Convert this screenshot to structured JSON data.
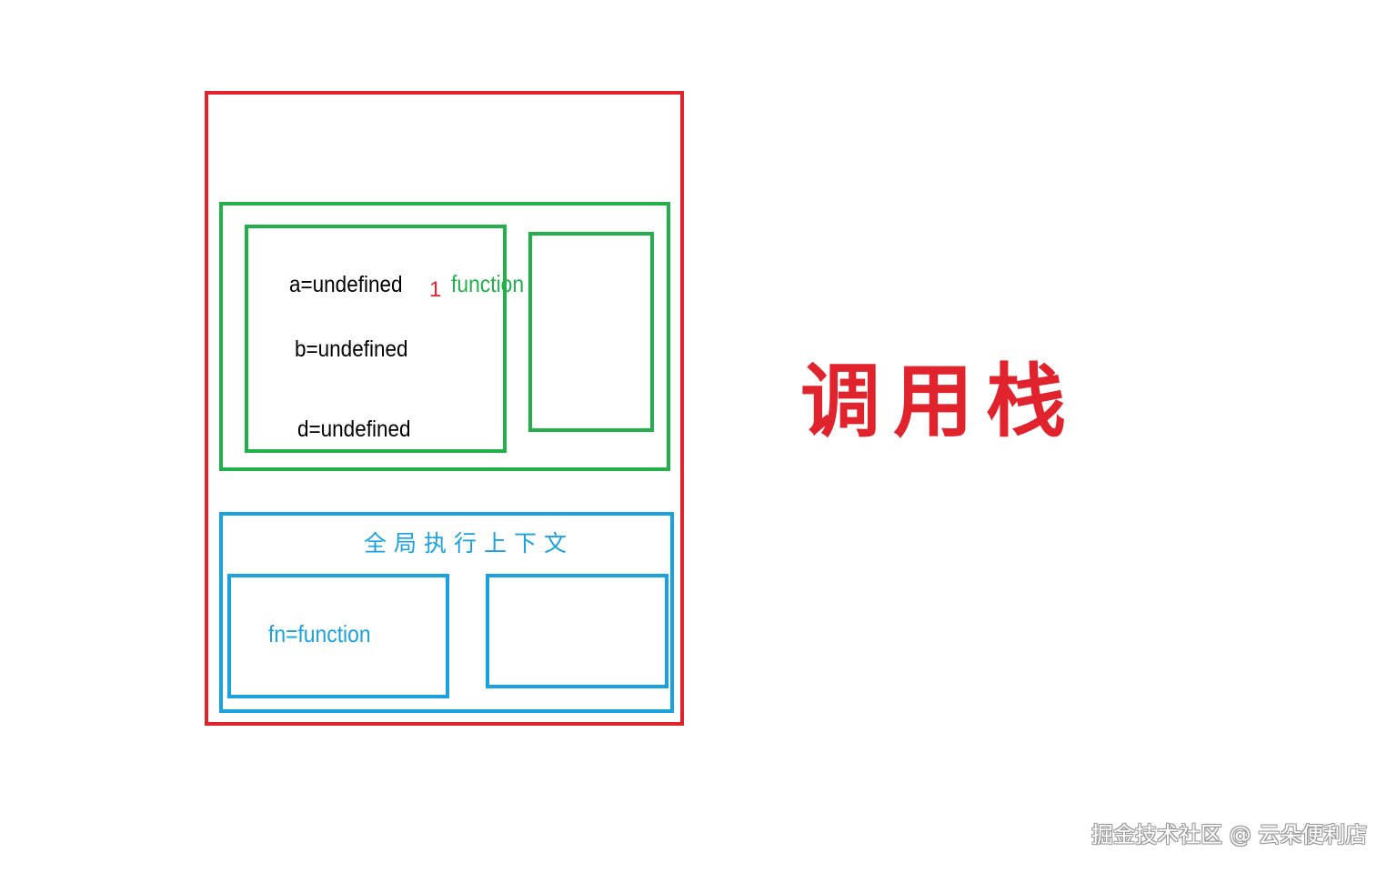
{
  "colors": {
    "call_stack": "#e0232c",
    "function_context": "#22b04b",
    "global_context": "#1aa1e0",
    "text": "#000000"
  },
  "title": "调用栈",
  "function_context": {
    "variables": [
      "a=undefined",
      "b=undefined",
      "d=undefined"
    ],
    "step_number": "1",
    "label": "function"
  },
  "global_context": {
    "title": "全局执行上下文",
    "variable": "fn=function"
  },
  "watermark": "掘金技术社区 @ 云朵便利店"
}
